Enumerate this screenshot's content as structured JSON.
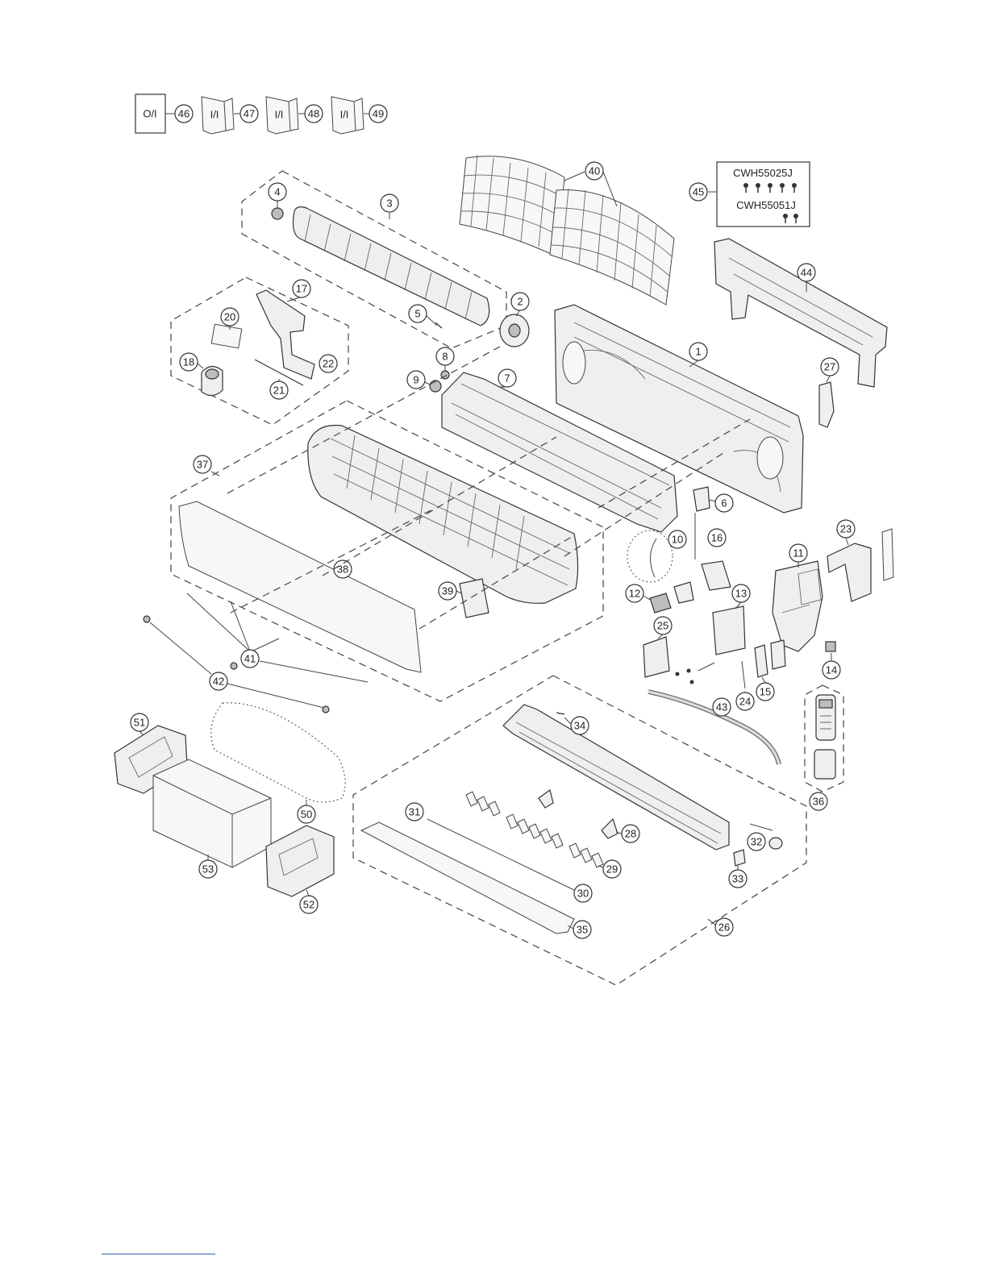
{
  "doc_labels": {
    "oi": "O/I",
    "ii_1": "I/I",
    "ii_2": "I/I",
    "ii_3": "I/I"
  },
  "screw_box": {
    "code_1": "CWH55025J",
    "code_2": "CWH55051J"
  },
  "parts": {
    "p1": "1",
    "p2": "2",
    "p3": "3",
    "p4": "4",
    "p5": "5",
    "p6": "6",
    "p7": "7",
    "p8": "8",
    "p9": "9",
    "p10": "10",
    "p11": "11",
    "p12": "12",
    "p13": "13",
    "p14": "14",
    "p15": "15",
    "p16": "16",
    "p17": "17",
    "p18": "18",
    "p20": "20",
    "p21": "21",
    "p22": "22",
    "p23": "23",
    "p24": "24",
    "p25": "25",
    "p26": "26",
    "p27": "27",
    "p28": "28",
    "p29": "29",
    "p30": "30",
    "p31": "31",
    "p32": "32",
    "p33": "33",
    "p34": "34",
    "p35": "35",
    "p36": "36",
    "p37": "37",
    "p38": "38",
    "p39": "39",
    "p40": "40",
    "p41": "41",
    "p42": "42",
    "p43": "43",
    "p44": "44",
    "p45": "45",
    "p46": "46",
    "p47": "47",
    "p48": "48",
    "p49": "49",
    "p50": "50",
    "p51": "51",
    "p52": "52",
    "p53": "53"
  }
}
